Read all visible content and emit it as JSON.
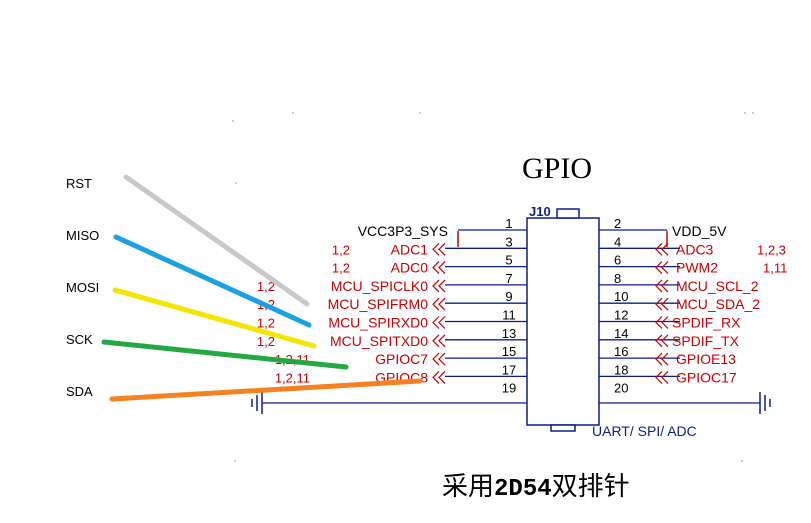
{
  "title": "GPIO",
  "connector": {
    "ref": "J10",
    "note": "UART/  SPI/ ADC"
  },
  "left_pins": [
    {
      "num": "1",
      "net": "VCC3P3_SYS",
      "note": ""
    },
    {
      "num": "3",
      "net": "ADC1",
      "note": "1,2"
    },
    {
      "num": "5",
      "net": "ADC0",
      "note": "1,2"
    },
    {
      "num": "7",
      "net": "MCU_SPICLK0",
      "note": "1,2"
    },
    {
      "num": "9",
      "net": "MCU_SPIFRM0",
      "note": "1,2"
    },
    {
      "num": "11",
      "net": "MCU_SPIRXD0",
      "note": "1,2"
    },
    {
      "num": "13",
      "net": "MCU_SPITXD0",
      "note": "1,2"
    },
    {
      "num": "15",
      "net": "GPIOC7",
      "note": "1,2,11"
    },
    {
      "num": "17",
      "net": "GPIOC8",
      "note": "1,2,11"
    },
    {
      "num": "19",
      "net": "",
      "note": ""
    }
  ],
  "right_pins": [
    {
      "num": "2",
      "net": "VDD_5V",
      "note": ""
    },
    {
      "num": "4",
      "net": "ADC3",
      "note": "1,2,3"
    },
    {
      "num": "6",
      "net": "PWM2",
      "note": "1,11"
    },
    {
      "num": "8",
      "net": "MCU_SCL_2",
      "note": ""
    },
    {
      "num": "10",
      "net": "MCU_SDA_2",
      "note": ""
    },
    {
      "num": "12",
      "net": "SPDIF_RX",
      "note": ""
    },
    {
      "num": "14",
      "net": "SPDIF_TX",
      "note": ""
    },
    {
      "num": "16",
      "net": "GPIOE13",
      "note": ""
    },
    {
      "num": "18",
      "net": "GPIOC17",
      "note": ""
    },
    {
      "num": "20",
      "net": "",
      "note": ""
    }
  ],
  "signals": [
    {
      "label": "RST",
      "color": "#c8c8c8"
    },
    {
      "label": "MISO",
      "color": "#1ba1e2"
    },
    {
      "label": "MOSI",
      "color": "#f5e600"
    },
    {
      "label": "SCK",
      "color": "#23a843"
    },
    {
      "label": "SDA",
      "color": "#f58220"
    }
  ],
  "caption": {
    "pre": "采用",
    "code": "2D54",
    "post": "双排针"
  },
  "colors": {
    "line": "#0a1f8f",
    "net": "#cc0000",
    "pin": "#000000"
  }
}
